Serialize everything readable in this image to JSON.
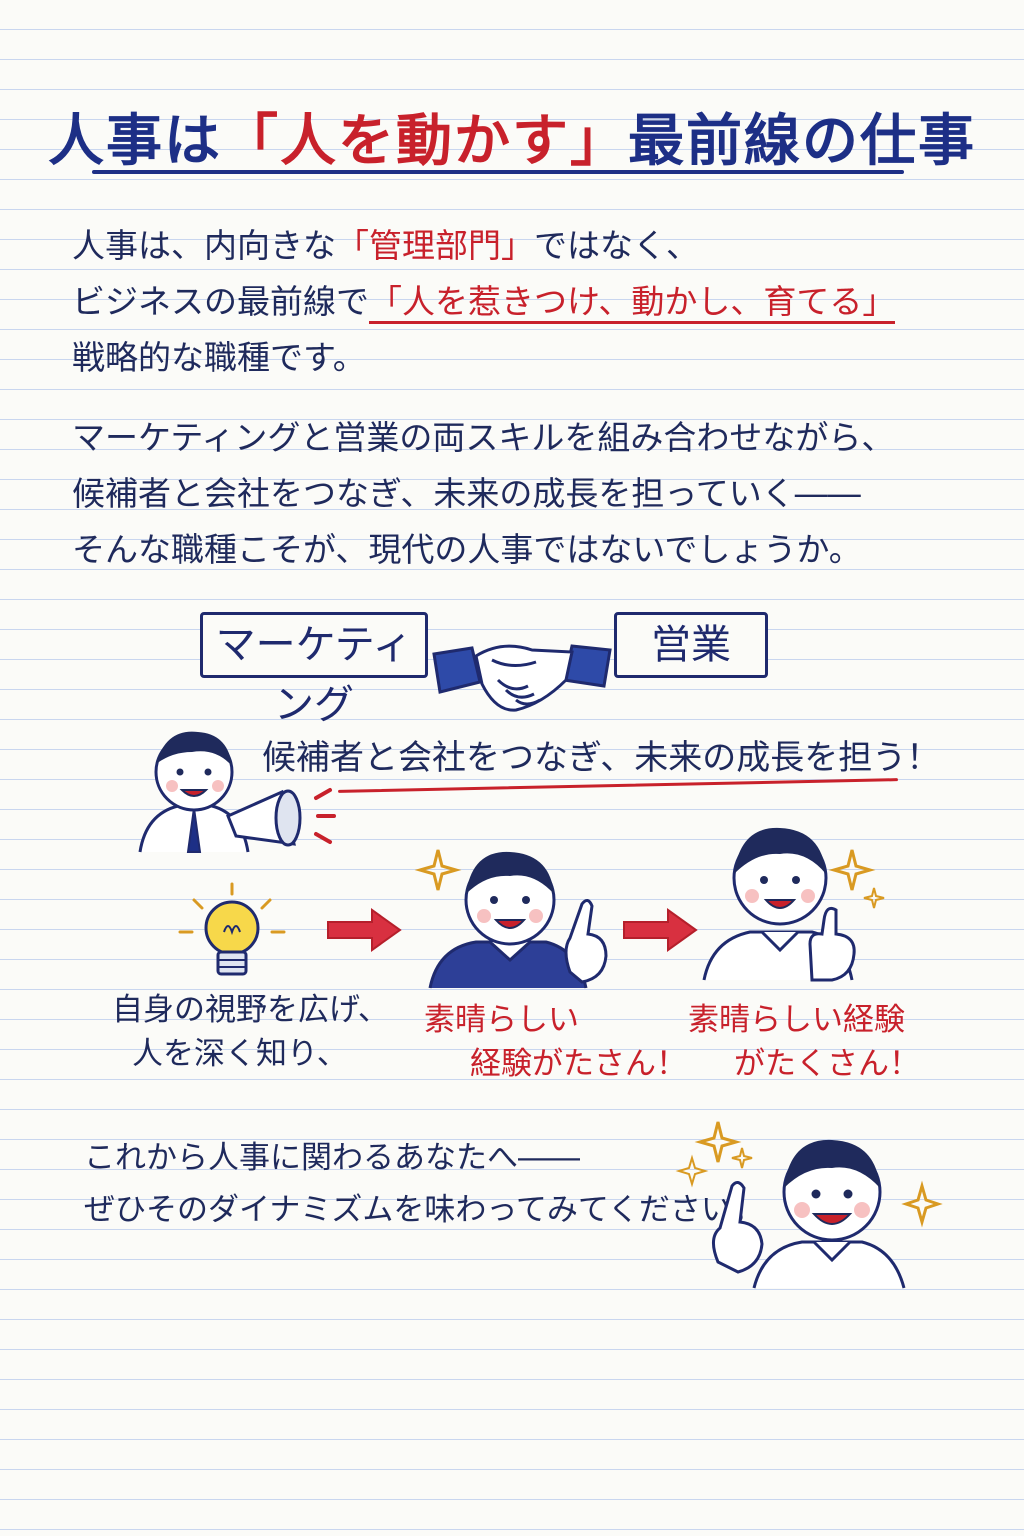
{
  "title": {
    "part1": "人事は",
    "highlight": "「人を動かす」",
    "part2": "最前線の仕事"
  },
  "intro": {
    "line1_a": "人事は、内向きな",
    "line1_b": "「管理部門」",
    "line1_c": "ではなく、",
    "line2_a": "ビジネスの最前線で",
    "line2_b": "「人を惹きつけ、動かし、育てる」",
    "line3": "戦略的な職種です。"
  },
  "body": {
    "line1": "マーケティングと営業の両スキルを組み合わせながら、",
    "line2": "候補者と会社をつなぎ、未来の成長を担っていく――",
    "line3": "そんな職種こそが、現代の人事ではないでしょうか。"
  },
  "diagram": {
    "box_left": "マーケティング",
    "box_right": "営業",
    "tagline": "候補者と会社をつなぎ、未来の成長を担う！"
  },
  "steps": {
    "step1_line1": "自身の視野を広げ、",
    "step1_line2": "人を深く知り、",
    "step2_line1": "素晴らしい",
    "step2_line2": "経験がたさん！",
    "step3_line1": "素晴らしい経験",
    "step3_line2": "がたくさん！"
  },
  "closing": {
    "line1": "これから人事に関わるあなたへ――",
    "line2": "ぜひそのダイナミズムを味わってみてください。"
  },
  "colors": {
    "navy": "#1d2f86",
    "red": "#c8212b",
    "gold": "#d99a22",
    "paper": "#fbfbf8"
  },
  "icons": [
    "handshake-icon",
    "megaphone-icon",
    "lightbulb-icon",
    "arrow-right-icon",
    "sparkle-icon"
  ]
}
